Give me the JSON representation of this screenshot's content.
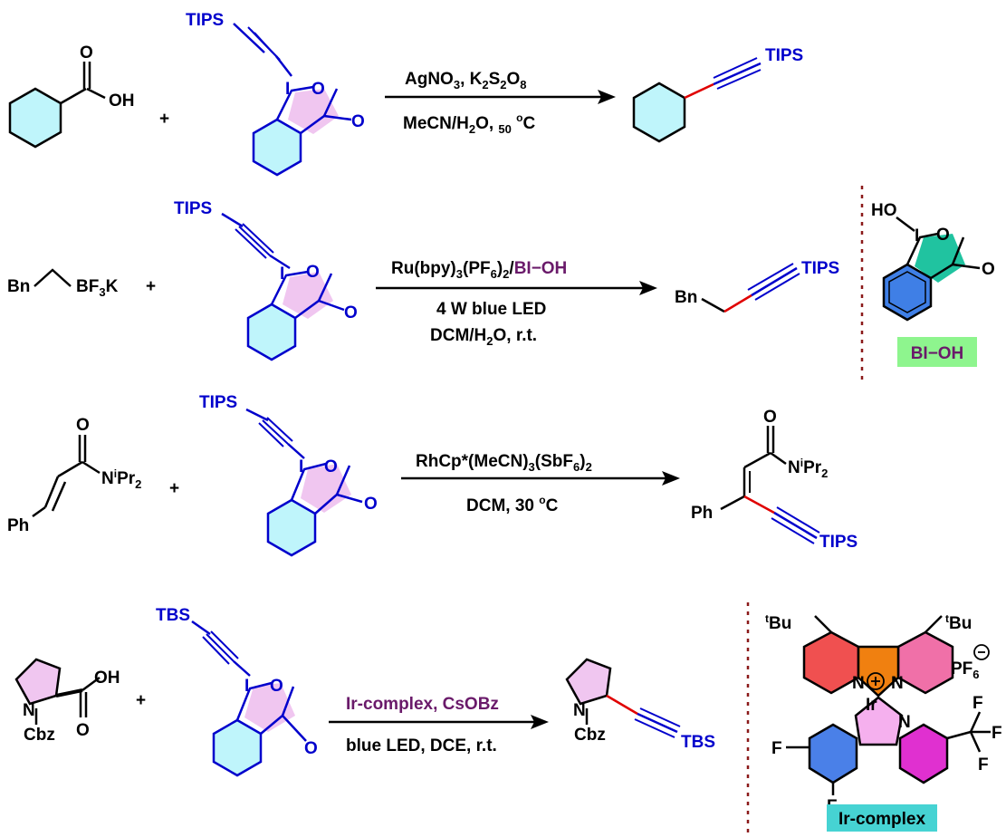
{
  "colors": {
    "bond": "#000000",
    "reagent_bond": "#0000cc",
    "new_bond": "#e00000",
    "hetero_blue": "#0000cc",
    "purple_text": "#6a1a6a",
    "cyclohexane_fill": "#bff5fb",
    "benziodoxolone_fill": "#f0c6f0",
    "bioh_ring_fill": "#20c3a0",
    "bioh_benzene_fill": "#3f7fe6",
    "bioh_label_bg": "#8ef58e",
    "ir_label_bg": "#46d3d3",
    "pyridine_red": "#f05050",
    "pyridine_pink": "#f070a8",
    "ring_orange": "#f08010",
    "ir_center": "#f5b0ee",
    "difluorophenyl": "#4a80e8",
    "cf3_pyridine": "#e030d0",
    "divider": "#8b1a1a"
  },
  "common": {
    "plus": "+",
    "iodine": "I",
    "oxygen": "O",
    "nitrogen": "N",
    "fluorine": "F"
  },
  "reactions": [
    {
      "substrate_text": "OH",
      "reagent_group": "TIPS",
      "conditions_above": "AgNO3, K2S2O8",
      "conditions_below": "MeCN/H2O, 50 °C",
      "product_group": "TIPS"
    },
    {
      "substrate_left": "Bn",
      "substrate_right": "BF3K",
      "reagent_group": "TIPS",
      "conditions_above_black": "Ru(bpy)3(PF6)2/",
      "conditions_above_purple": "BI−OH",
      "conditions_below_1": "4 W blue LED",
      "conditions_below_2": "DCM/H2O, r.t.",
      "product_left": "Bn",
      "product_group": "TIPS"
    },
    {
      "substrate_amide": "NiPr2",
      "substrate_ph": "Ph",
      "reagent_group": "TIPS",
      "conditions_above": "RhCp*(MeCN)3(SbF6)2",
      "conditions_below": "DCM, 30 °C",
      "product_amide": "NiPr2",
      "product_ph": "Ph",
      "product_group": "TIPS"
    },
    {
      "substrate_acid": "OH",
      "substrate_pg": "Cbz",
      "reagent_group": "TBS",
      "conditions_above": "Ir-complex, CsOBz",
      "conditions_below": "blue LED, DCE, r.t.",
      "product_pg": "Cbz",
      "product_group": "TBS"
    }
  ],
  "bioh_box": {
    "ho": "HO",
    "label": "BI−OH"
  },
  "ir_box": {
    "tbu": "tBu",
    "anion": "PF6",
    "metal": "Ir",
    "label": "Ir-complex"
  }
}
